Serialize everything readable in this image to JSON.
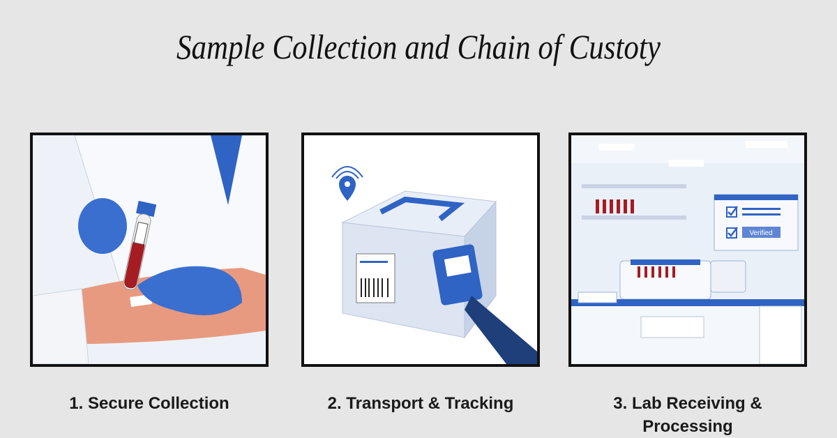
{
  "title": "Sample Collection and Chain of Custoty",
  "panels": [
    {
      "caption": "1. Secure Collection"
    },
    {
      "caption": "2. Transport & Tracking"
    },
    {
      "caption_line1": "3. Lab Receiving &",
      "caption_line2": "Processing",
      "screen_badge": "Verified"
    }
  ],
  "colors": {
    "accent": "#2f63c4",
    "blood": "#a51c22",
    "skin": "#e79a80"
  }
}
